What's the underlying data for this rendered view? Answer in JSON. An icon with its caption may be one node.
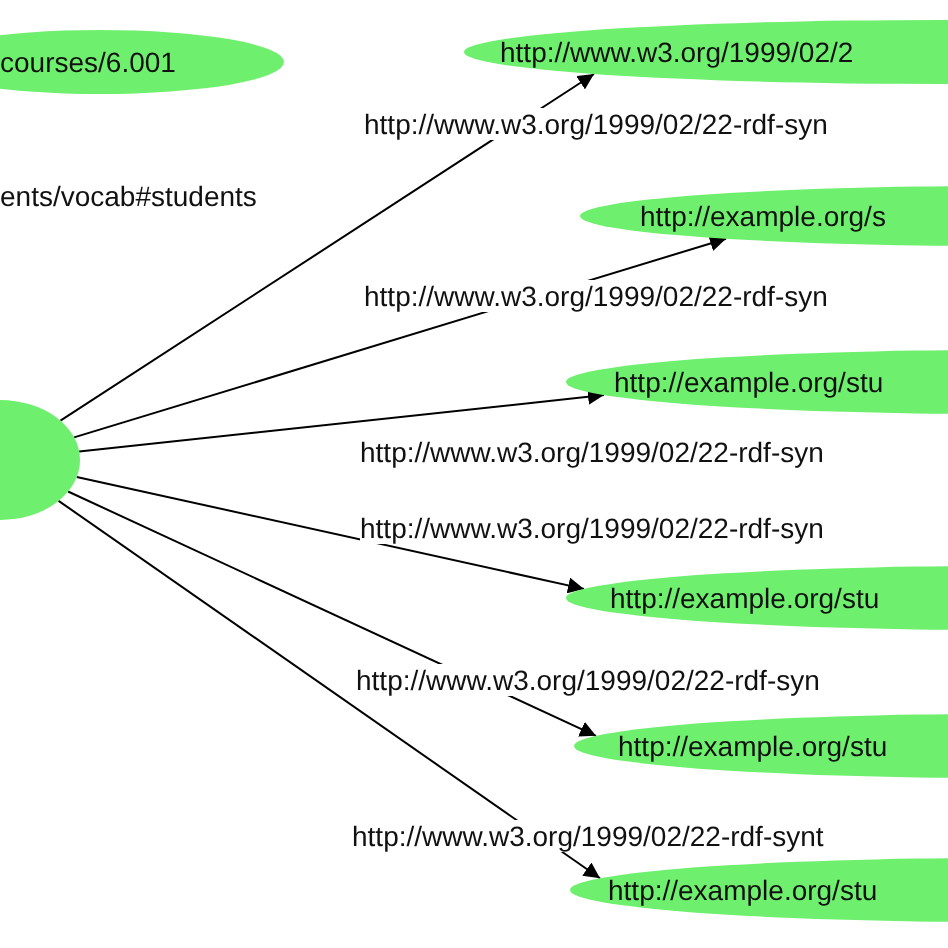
{
  "diagram": {
    "nodes": [
      {
        "text": [
          "courses/6.001"
        ]
      },
      {
        "text": [],
        "shape": "circle"
      },
      {
        "text": [
          "http://www.w3.org/1999/02/2"
        ]
      },
      {
        "text": [
          "http://example.org/s"
        ]
      },
      {
        "text": [
          "http://example.org/stu"
        ]
      },
      {
        "text": [
          "http://example.org/stu"
        ]
      },
      {
        "text": [
          "http://example.org/stu"
        ]
      },
      {
        "text": [
          "http://example.org/stu"
        ]
      }
    ],
    "edges": [
      {
        "from": 1,
        "to": 2,
        "arrow": "to",
        "label": "http://www.w3.org/1999/02/22-rdf-syn"
      },
      {
        "from": 1,
        "to": 3,
        "arrow": "to",
        "label": "http://www.w3.org/1999/02/22-rdf-syn"
      },
      {
        "from": 1,
        "to": 4,
        "arrow": "to",
        "label": "http://www.w3.org/1999/02/22-rdf-syn"
      },
      {
        "from": 1,
        "to": 5,
        "arrow": "to",
        "label": "http://www.w3.org/1999/02/22-rdf-syn"
      },
      {
        "from": 1,
        "to": 6,
        "arrow": "to",
        "label": "http://www.w3.org/1999/02/22-rdf-syn"
      },
      {
        "from": 1,
        "to": 7,
        "arrow": "to",
        "label": "http://www.w3.org/1999/02/22-rdf-synt"
      }
    ],
    "labels": [
      "ents/vocab#students"
    ]
  }
}
